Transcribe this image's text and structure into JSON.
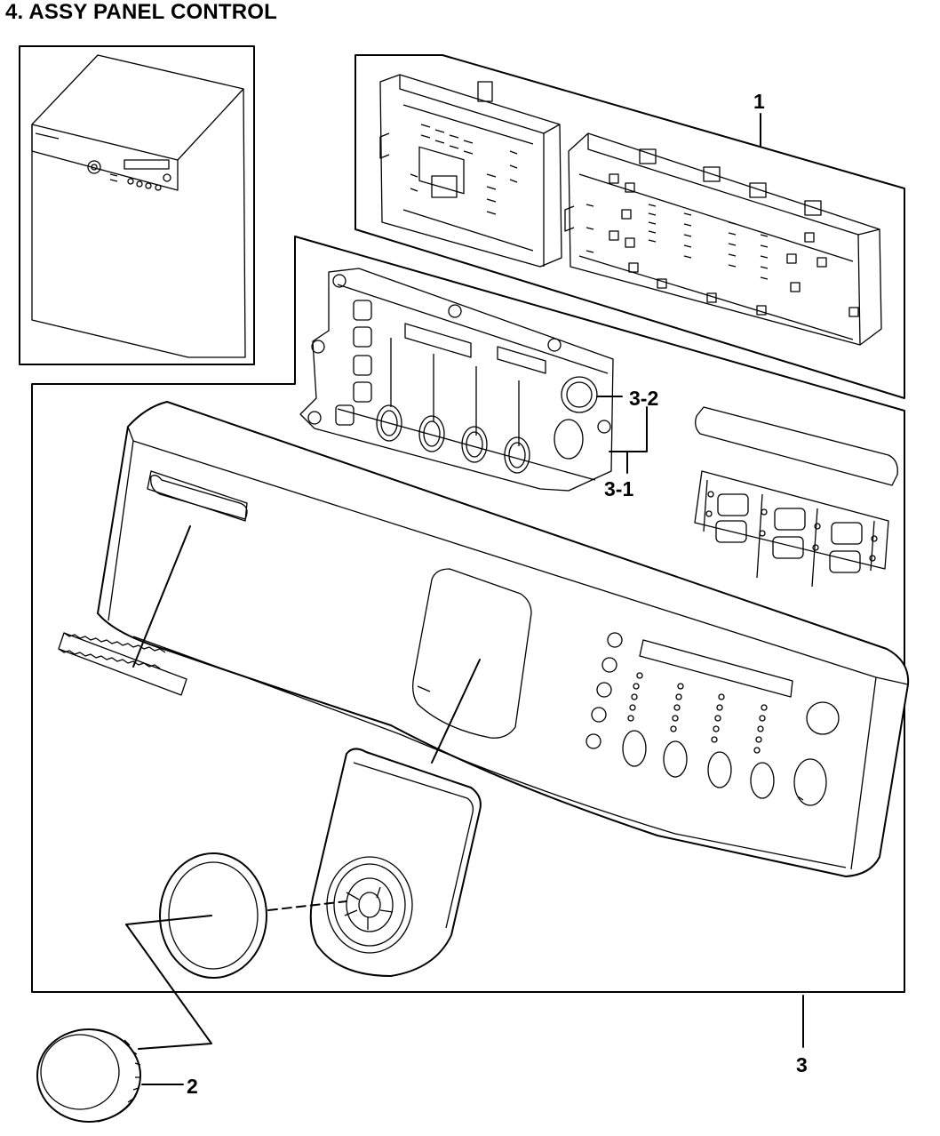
{
  "title": "4. ASSY PANEL CONTROL",
  "callouts": {
    "part_1": "1",
    "part_2": "2",
    "part_3": "3",
    "part_3_1": "3-1",
    "part_3_2": "3-2"
  },
  "colors": {
    "line": "#000000",
    "background": "#ffffff"
  }
}
